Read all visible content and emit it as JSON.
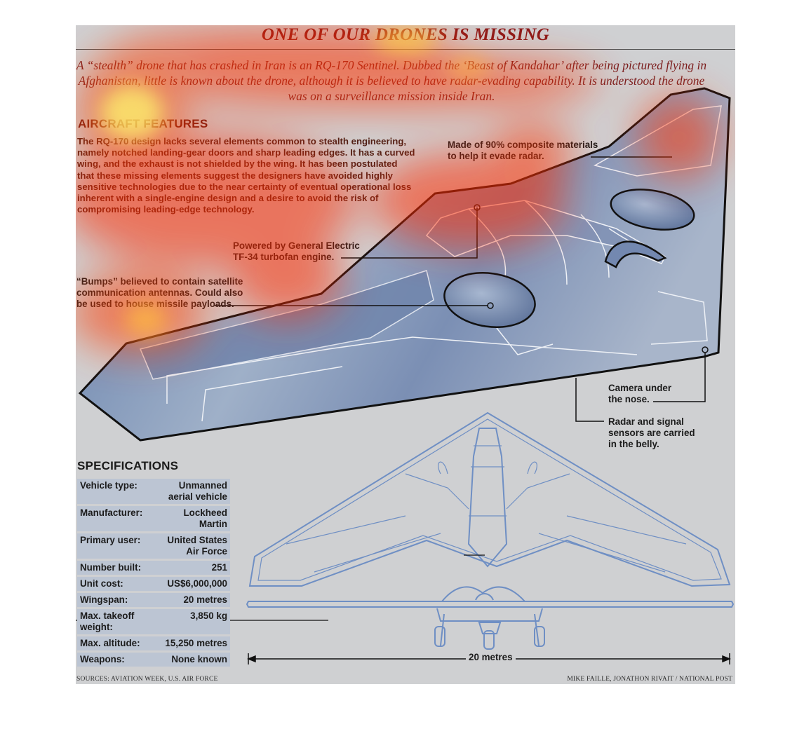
{
  "title": "ONE OF OUR DRONES IS MISSING",
  "intro": "A “stealth” drone that has crashed in Iran is an RQ-170 Sentinel. Dubbed the ‘Beast of Kandahar’ after being pictured flying in Afghanistan, little is known about the drone, although it is believed to have radar-evading capability. It is understood the drone was on a surveillance mission inside Iran.",
  "features": {
    "heading": "AIRCRAFT FEATURES",
    "body": "The RQ-170 design lacks several elements common to stealth engineering, namely notched landing-gear doors and sharp leading edges. It has a curved wing, and the exhaust is not shielded by the wing. It has been postulated that these missing elements suggest the designers have avoided highly sensitive technologies due to the near certainty of eventual operational loss inherent with a single-engine design and a desire to avoid the risk of compromising leading-edge technology."
  },
  "callouts": {
    "composite": "Made of 90% composite materials to help it evade radar.",
    "engine": "Powered by General Electric TF-34 turbofan engine.",
    "bumps": "“Bumps” believed to contain satellite communication antennas. Could also be used to house missile payloads.",
    "camera": "Camera under the nose.",
    "radar": "Radar and signal sensors are carried in the belly."
  },
  "specifications": {
    "heading": "SPECIFICATIONS",
    "rows": [
      {
        "label": "Vehicle type:",
        "value": "Unmanned aerial vehicle"
      },
      {
        "label": "Manufacturer:",
        "value": "Lockheed Martin"
      },
      {
        "label": "Primary user:",
        "value": "United States Air Force"
      },
      {
        "label": "Number built:",
        "value": "251"
      },
      {
        "label": "Unit cost:",
        "value": "US$6,000,000"
      },
      {
        "label": "Wingspan:",
        "value": "20 metres"
      },
      {
        "label": "Max. takeoff weight:",
        "value": "3,850 kg"
      },
      {
        "label": "Max. altitude:",
        "value": "15,250 metres"
      },
      {
        "label": "Weapons:",
        "value": "None known"
      }
    ]
  },
  "dimension_label": "20 metres",
  "sources": "SOURCES: AVIATION WEEK, U.S. AIR FORCE",
  "credits": "MIKE FAILLE, JONATHON RIVAIT  / NATIONAL POST",
  "colors": {
    "panel": "#cfd0d2",
    "title": "#8b1a1a",
    "drone_body": "#8b9bb7",
    "blueprint_line": "#6f8fc4",
    "spec_row": "#bcc5d3",
    "heat_red": "#ff2a00",
    "heat_yellow": "#ffff66"
  }
}
